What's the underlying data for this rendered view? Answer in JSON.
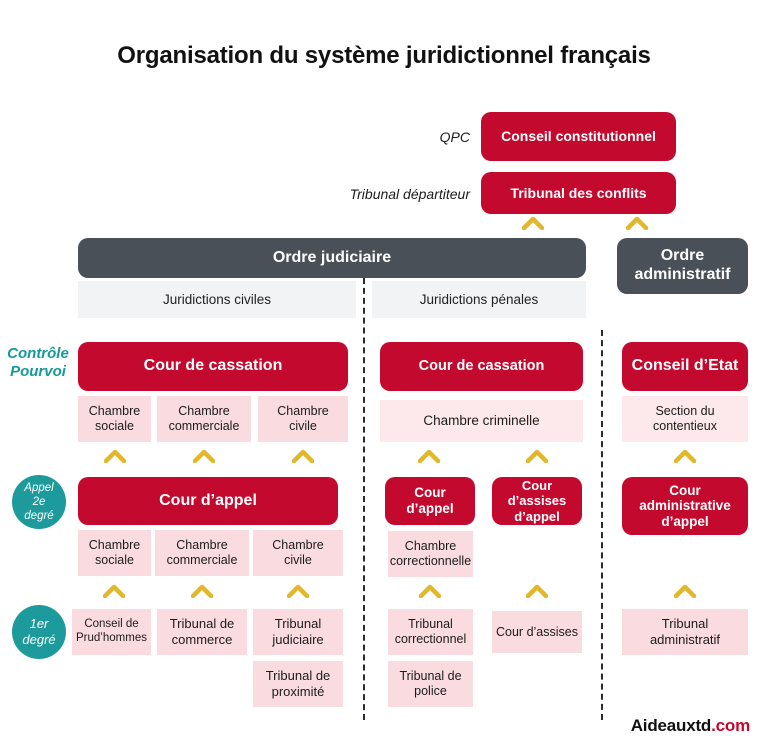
{
  "page": {
    "title": "Organisation du système juridictionnel français",
    "logo_name": "Aideauxtd",
    "logo_tld": ".com"
  },
  "colors": {
    "red": "#C30A2E",
    "pink": "#FADCE0",
    "pink_pale": "#FDE9EC",
    "dark_gray": "#4A5058",
    "light_gray": "#F2F3F4",
    "teal": "#1D9A9C",
    "gold": "#E2B72B",
    "text": "#111111"
  },
  "top": {
    "qpc_label": "QPC",
    "conseil_constitutionnel": "Conseil constitutionnel",
    "tribunal_departiteur_label": "Tribunal départiteur",
    "tribunal_des_conflits": "Tribunal des conflits"
  },
  "orders": {
    "judiciaire": "Ordre judiciaire",
    "administratif": "Ordre administratif"
  },
  "bands": {
    "civiles": "Juridictions civiles",
    "penales": "Juridictions pénales"
  },
  "degrees": {
    "controle": "Contrôle",
    "pourvoi": "Pourvoi",
    "appel_line1": "Appel",
    "appel_line2": "2e",
    "appel_line3": "degré",
    "premier_line1": "1er",
    "premier_line2": "degré"
  },
  "civil": {
    "cassation": "Cour de cassation",
    "chambres_haut": [
      "Chambre sociale",
      "Chambre commerciale",
      "Chambre civile"
    ],
    "cour_appel": "Cour d’appel",
    "chambres_bas": [
      "Chambre sociale",
      "Chambre commerciale",
      "Chambre civile"
    ],
    "premier_degre": [
      "Conseil de Prud’hommes",
      "Tribunal de commerce",
      "Tribunal judiciaire"
    ],
    "tribunal_proximite": "Tribunal de proximité"
  },
  "penal": {
    "cassation": "Cour de cassation",
    "chambre_criminelle": "Chambre criminelle",
    "cour_appel": "Cour d’appel",
    "cour_assises_appel": "Cour d’assises d’appel",
    "chambre_correctionnelle": "Chambre correctionnelle",
    "tribunal_correctionnel": "Tribunal correctionnel",
    "tribunal_police": "Tribunal de police",
    "cour_assises": "Cour d’assises"
  },
  "administratif": {
    "conseil_etat": "Conseil d’Etat",
    "section_contentieux": "Section du contentieux",
    "cour_administrative_appel": "Cour administrative d’appel",
    "tribunal_administratif": "Tribunal administratif"
  }
}
